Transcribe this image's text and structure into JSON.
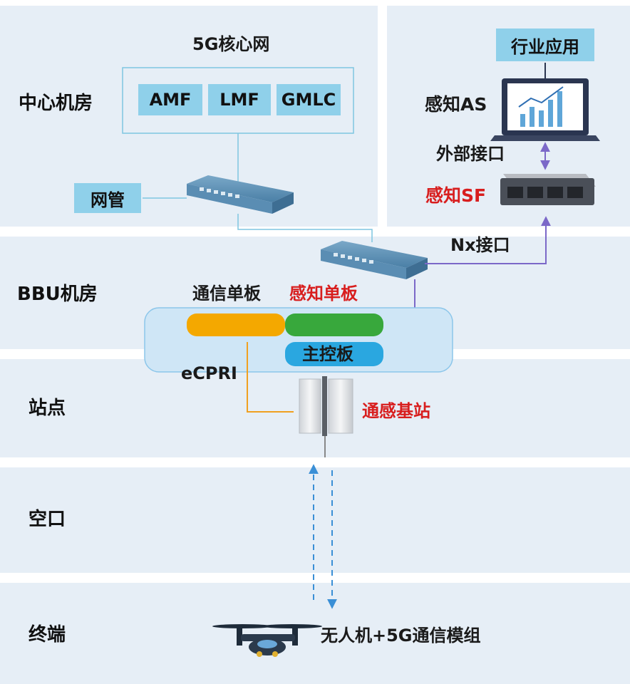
{
  "zones": [
    "中心机房",
    "BBU机房",
    "站点",
    "空口",
    "终端"
  ],
  "core_network": {
    "title": "5G核心网",
    "functions": [
      "AMF",
      "LMF",
      "GMLC"
    ]
  },
  "nms": "网管",
  "industry_app": "行业应用",
  "sensing_as": "感知AS",
  "external_interface": "外部接口",
  "sensing_sf": "感知SF",
  "nx_interface": "Nx接口",
  "boards": {
    "comm": "通信单板",
    "sensing": "感知单板",
    "main": "主控板"
  },
  "ecpri": "eCPRI",
  "base_station": "通感基站",
  "terminal": "无人机+5G通信模组",
  "colors": {
    "band": "#e6eef6",
    "box": "#8fd0ea",
    "red_label": "#d81e1e",
    "comm_board": "#f4a800",
    "sensing_board": "#38a83c",
    "main_board": "#2aa7e0",
    "arrow": "#7b68c8",
    "ecpri_line": "#f0a020"
  }
}
